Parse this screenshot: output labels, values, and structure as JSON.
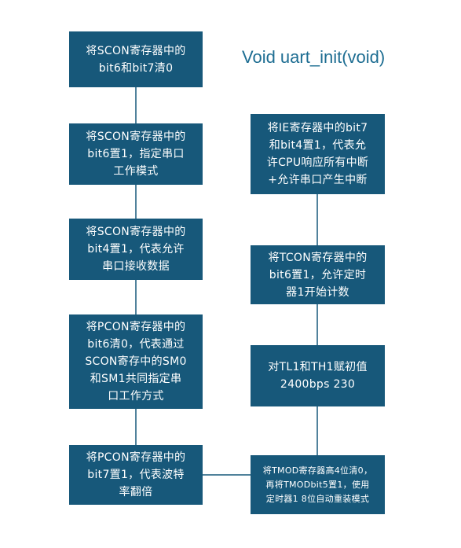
{
  "diagram": {
    "title": "Void uart_init(void)",
    "colors": {
      "box": "#17587a",
      "line": "#17587a",
      "title": "#1d6d92"
    },
    "left_steps": [
      {
        "id": "L1",
        "text": "将SCON寄存器中的\nbit6和bit7清0"
      },
      {
        "id": "L2",
        "text": "将SCON寄存器中的\nbit6置1，指定串口\n工作模式"
      },
      {
        "id": "L3",
        "text": "将SCON寄存器中的\nbit4置1，代表允许\n串口接收数据"
      },
      {
        "id": "L4",
        "text": "将PCON寄存器中的\nbit6清0，代表通过\nSCON寄存中的SM0\n和SM1共同指定串\n口工作方式"
      },
      {
        "id": "L5",
        "text": "将PCON寄存器中的\nbit7置1，代表波特\n率翻倍"
      }
    ],
    "right_steps": [
      {
        "id": "R1",
        "text": "将IE寄存器中的bit7\n和bit4置1，代表允\n许CPU响应所有中断\n+允许串口产生中断"
      },
      {
        "id": "R2",
        "text": "将TCON寄存器中的\nbit6置1，允许定时\n器1开始计数"
      },
      {
        "id": "R3",
        "text": "对TL1和TH1赋初值\n2400bps 230"
      },
      {
        "id": "R4",
        "text": "将TMOD寄存器高4位清0，\n再将TMODbit5置1，使用\n定时器1 8位自动重装模式"
      }
    ]
  }
}
